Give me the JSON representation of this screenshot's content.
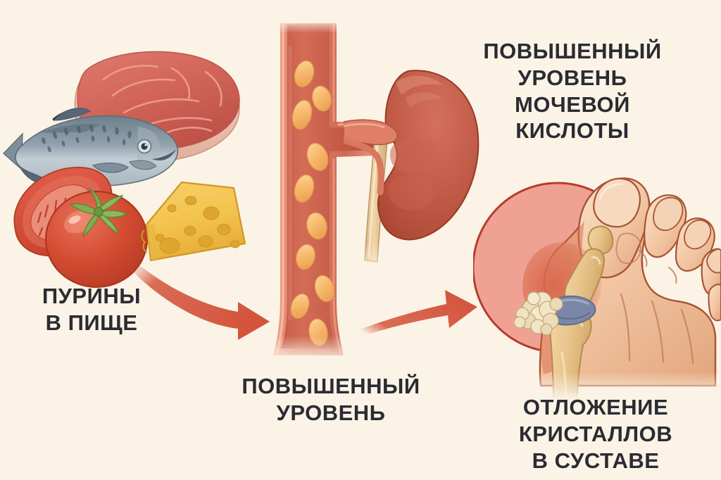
{
  "figure": {
    "title": "Gout pathogenesis infographic",
    "language": "ru",
    "background_color": "#FBF3E6",
    "text_color": "#2B2B33"
  },
  "labels": {
    "purines_in_food": "ПУРИНЫ\nВ ПИЩЕ",
    "elevated_uric_acid": "ПОВЫШЕННЫЙ\nУРОВЕНЬ\nМОЧЕВОЙ\nКИСЛОТЫ",
    "elevated_level": "ПОВЫШЕННЫЙ\nУРОВЕНЬ",
    "crystal_deposition": "ОТЛОЖЕНИЕ\nКРИСТАЛЛОВ\nВ СУСТАВЕ"
  },
  "illustrations": {
    "foods": {
      "name": "purine-rich-foods",
      "items": [
        "steak",
        "fish",
        "tomato-slice",
        "whole-tomato",
        "swiss-cheese-wedge"
      ],
      "colors": {
        "steak_meat": "#D9675C",
        "steak_fat": "#EFC0B2",
        "fish_body": "#8A9AA6",
        "fish_belly": "#C9D3D8",
        "tomato": "#D9492E",
        "tomato_stem": "#76A94B",
        "cheese": "#F3C44F",
        "cheese_hole": "#E0A833"
      }
    },
    "vessel": {
      "name": "blood-vessel-with-urate-crystals",
      "crystal_count": 12,
      "colors": {
        "wall": "#E98A70",
        "lumen": "#C95B46",
        "crystal": "#F6B86A"
      }
    },
    "kidney": {
      "name": "kidney",
      "parts": [
        "renal-cortex",
        "renal-artery",
        "renal-vein",
        "ureter"
      ],
      "colors": {
        "body": "#C05A49",
        "artery": "#DE7A63",
        "vein": "#7E93B5",
        "ureter": "#E8C795"
      }
    },
    "foot": {
      "name": "foot-with-gout-joint",
      "parts": [
        "big-toe",
        "toe-nail",
        "mtp-joint",
        "urate-tophus",
        "inflammation",
        "phalanx-bone",
        "metatarsal-bone"
      ],
      "colors": {
        "skin": "#F2C6A6",
        "skin_shadow": "#E3A87F",
        "outline": "#A85434",
        "bone": "#E9C68D",
        "tophus": "#EFE2C4",
        "cartilage": "#7A87A8",
        "inflammation": "#D9674E",
        "highlight_circle": "#F0A89B",
        "highlight_circle_border": "#B63C2E"
      }
    },
    "arrows": [
      {
        "name": "arrow-foods-to-vessel",
        "color": "#D4533B",
        "direction": "right-down"
      },
      {
        "name": "arrow-vessel-to-foot",
        "color": "#D4533B",
        "direction": "right-up"
      }
    ]
  }
}
